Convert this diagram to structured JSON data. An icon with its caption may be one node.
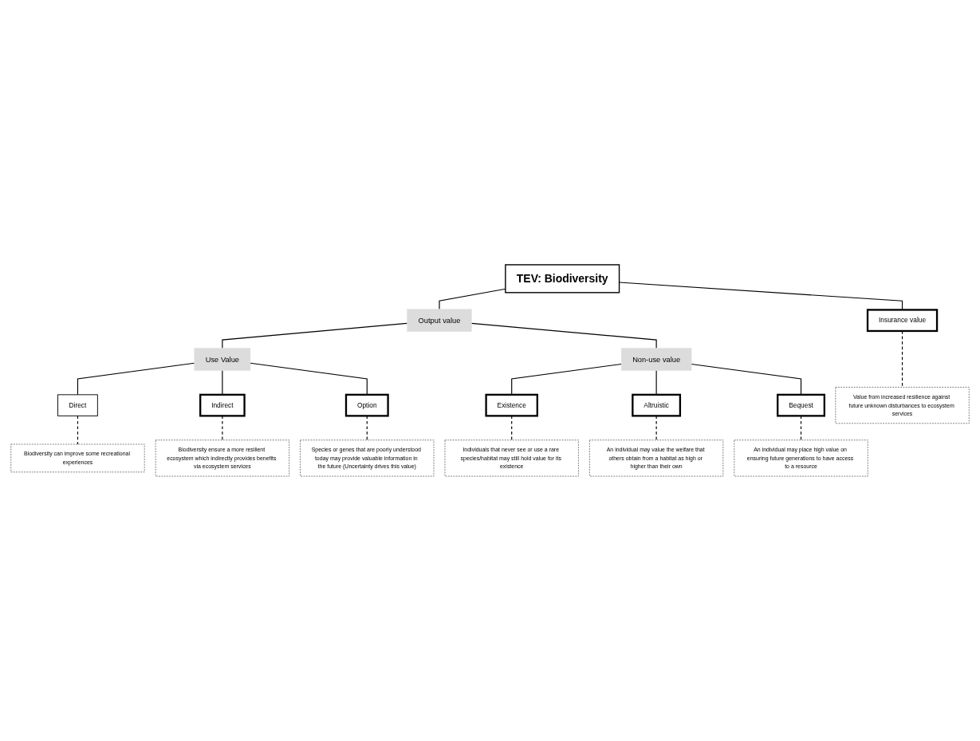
{
  "diagram": {
    "nodes": [
      {
        "text": [
          "TEV: Biodiversity"
        ]
      },
      {
        "text": [
          "Output value"
        ]
      },
      {
        "text": [
          "Insurance value"
        ]
      },
      {
        "text": [
          "Value from increased resilience against future unknown disturbances to ecosystem services"
        ]
      },
      {
        "text": [
          "Use Value"
        ]
      },
      {
        "text": [
          "Non-use value"
        ]
      },
      {
        "text": [
          "Direct"
        ]
      },
      {
        "text": [
          "Indirect"
        ]
      },
      {
        "text": [
          "Option"
        ]
      },
      {
        "text": [
          "Existence"
        ]
      },
      {
        "text": [
          "Altruistic"
        ]
      },
      {
        "text": [
          "Bequest"
        ]
      },
      {
        "text": [
          "Biodiversity ensure a more resilient ecosystem which indirectly provides benefits via ecosystem services"
        ]
      },
      {
        "text": [
          "Individuals that never see or use a rare species/habitat may still hold value for its existence"
        ]
      },
      {
        "text": [
          "An individual may value the welfare that others obtain from a habitat as high or higher than their own"
        ]
      },
      {
        "text": [
          "Biodiversity can improve some recreational experiences"
        ]
      },
      {
        "text": [
          "Species or genes that are poorly understood today may provide valuable information in the future (Uncertainty drives this value)"
        ]
      },
      {
        "text": [
          "An individual may place high value on ensuring future generations to have access to a resource"
        ]
      }
    ],
    "edges": [
      {
        "from": 0,
        "to": 1,
        "arrow": "none"
      },
      {
        "from": 1,
        "to": 4,
        "arrow": "none"
      },
      {
        "from": 1,
        "to": 5,
        "arrow": "none"
      },
      {
        "from": 0,
        "to": 2,
        "arrow": "none"
      },
      {
        "from": 2,
        "to": 3,
        "arrow": "none",
        "style": "dashed"
      },
      {
        "from": 4,
        "to": 6,
        "arrow": "none"
      },
      {
        "from": 4,
        "to": 7,
        "arrow": "none"
      },
      {
        "from": 4,
        "to": 8,
        "arrow": "none"
      },
      {
        "from": 5,
        "to": 9,
        "arrow": "none"
      },
      {
        "from": 5,
        "to": 10,
        "arrow": "none"
      },
      {
        "from": 5,
        "to": 11,
        "arrow": "none"
      },
      {
        "from": 7,
        "to": 12,
        "arrow": "none",
        "style": "dashed"
      },
      {
        "from": 9,
        "to": 13,
        "arrow": "none",
        "style": "dashed"
      },
      {
        "from": 10,
        "to": 14,
        "arrow": "none",
        "style": "dashed"
      },
      {
        "from": 6,
        "to": 15,
        "arrow": "none",
        "style": "dashed"
      },
      {
        "from": 8,
        "to": 16,
        "arrow": "none",
        "style": "dashed"
      },
      {
        "from": 11,
        "to": 17,
        "arrow": "none",
        "style": "dashed"
      }
    ]
  }
}
